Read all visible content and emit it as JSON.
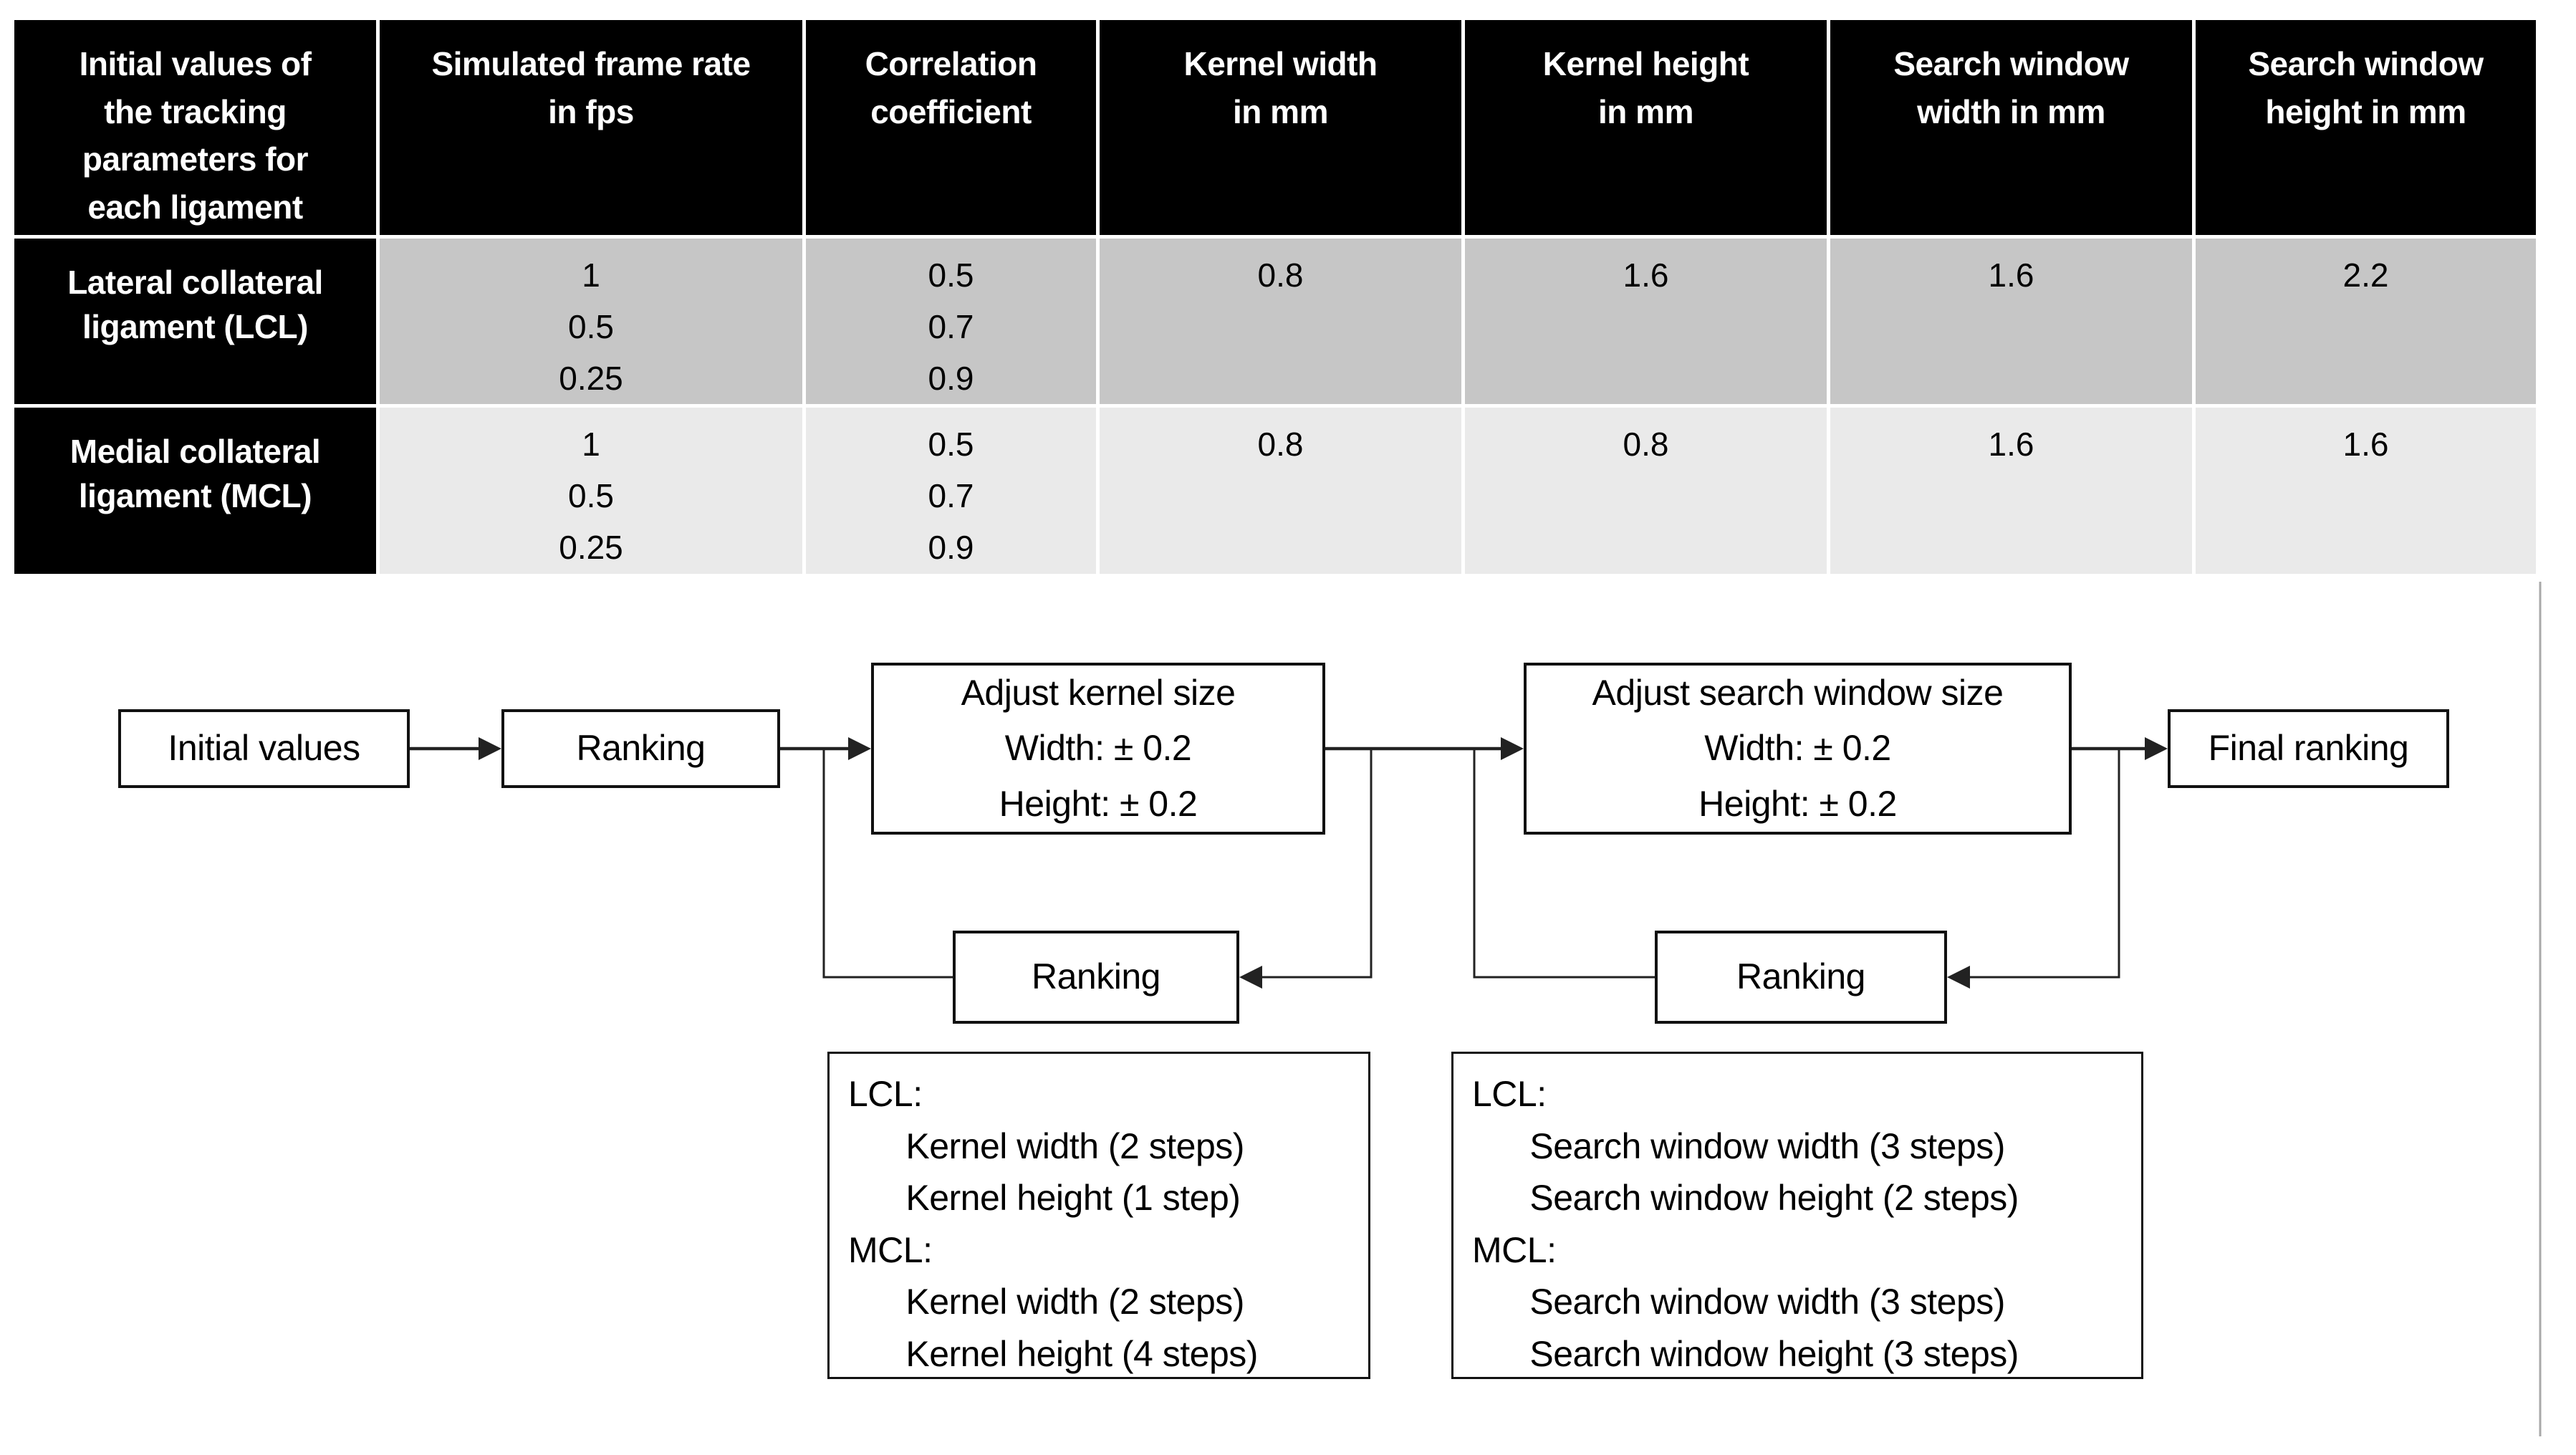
{
  "colors": {
    "header_bg": "#000000",
    "header_text": "#ffffff",
    "row_lcl_bg": "#c6c6c6",
    "row_mcl_bg": "#eaeaea",
    "box_border": "#111111",
    "line": "#222222",
    "edge_line": "#a9a9a9",
    "page_bg": "#ffffff",
    "text": "#000000"
  },
  "table": {
    "columns": [
      [
        "Initial values of",
        "the tracking",
        "parameters for",
        "each ligament"
      ],
      [
        "Simulated frame rate",
        "in fps"
      ],
      [
        "Correlation",
        "coefficient"
      ],
      [
        "Kernel width",
        "in mm"
      ],
      [
        "Kernel height",
        "in mm"
      ],
      [
        "Search window",
        "width in mm"
      ],
      [
        "Search window",
        "height in mm"
      ]
    ],
    "rows": [
      {
        "label": [
          "Lateral collateral",
          "ligament (LCL)"
        ],
        "frame_rate": [
          "1",
          "0.5",
          "0.25"
        ],
        "correlation": [
          "0.5",
          "0.7",
          "0.9"
        ],
        "kernel_width": [
          "0.8"
        ],
        "kernel_height": [
          "1.6"
        ],
        "search_window_width": [
          "1.6"
        ],
        "search_window_height": [
          "2.2"
        ]
      },
      {
        "label": [
          "Medial collateral",
          "ligament (MCL)"
        ],
        "frame_rate": [
          "1",
          "0.5",
          "0.25"
        ],
        "correlation": [
          "0.5",
          "0.7",
          "0.9"
        ],
        "kernel_width": [
          "0.8"
        ],
        "kernel_height": [
          "0.8"
        ],
        "search_window_width": [
          "1.6"
        ],
        "search_window_height": [
          "1.6"
        ]
      }
    ]
  },
  "flowchart": {
    "initial_values": "Initial values",
    "ranking_1": "Ranking",
    "adjust_kernel": [
      "Adjust kernel size",
      "Width: ± 0.2",
      "Height: ± 0.2"
    ],
    "adjust_search": [
      "Adjust search window size",
      "Width: ± 0.2",
      "Height: ± 0.2"
    ],
    "final_ranking": "Final ranking",
    "ranking_kernel_loop": "Ranking",
    "ranking_search_loop": "Ranking",
    "kernel_steps": [
      "LCL:",
      "      Kernel width (2 steps)",
      "      Kernel height (1 step)",
      "MCL:",
      "      Kernel width (2 steps)",
      "      Kernel height (4 steps)"
    ],
    "search_steps": [
      "LCL:",
      "      Search window width (3 steps)",
      "      Search window height (2 steps)",
      "MCL:",
      "      Search window width (3 steps)",
      "      Search window height (3 steps)"
    ]
  }
}
